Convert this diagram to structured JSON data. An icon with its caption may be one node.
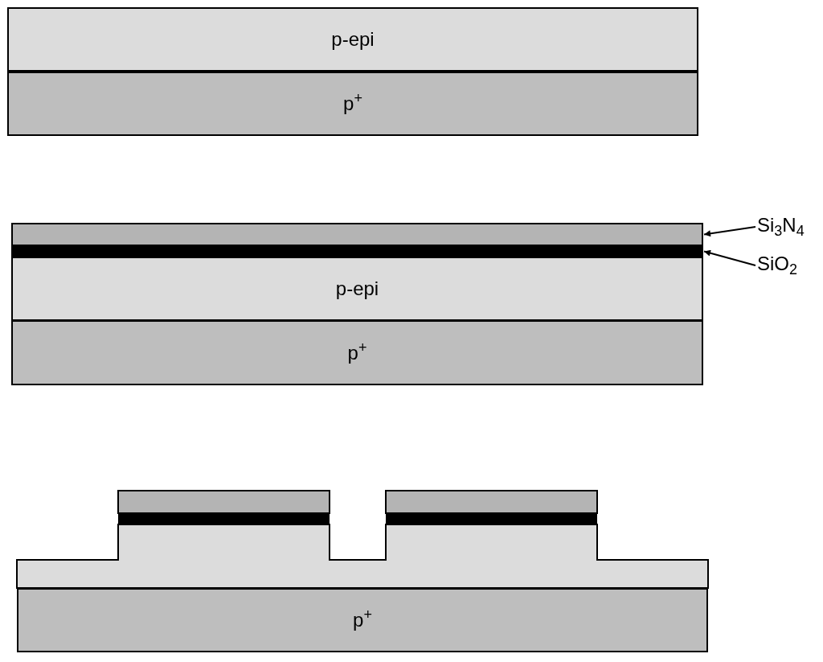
{
  "diagram": {
    "nodes": [
      {
        "text": [
          "p-epi"
        ]
      },
      {
        "text": [
          "p$^{+}$"
        ]
      },
      {
        "text": [],
        "shape": "box"
      },
      {
        "text": [],
        "shape": "bar"
      },
      {
        "text": [
          "p-epi"
        ]
      },
      {
        "text": [
          "p$^{+}$"
        ]
      },
      {
        "text": [
          "Si$_{3}$N$_{4}$"
        ]
      },
      {
        "text": [
          "SiO$_{2}$"
        ]
      },
      {
        "text": [
          "p$^{+}$"
        ]
      }
    ],
    "edges": [
      {
        "from": 6,
        "to": 2,
        "arrow": "to"
      },
      {
        "from": 7,
        "to": 3,
        "arrow": "to"
      }
    ]
  }
}
